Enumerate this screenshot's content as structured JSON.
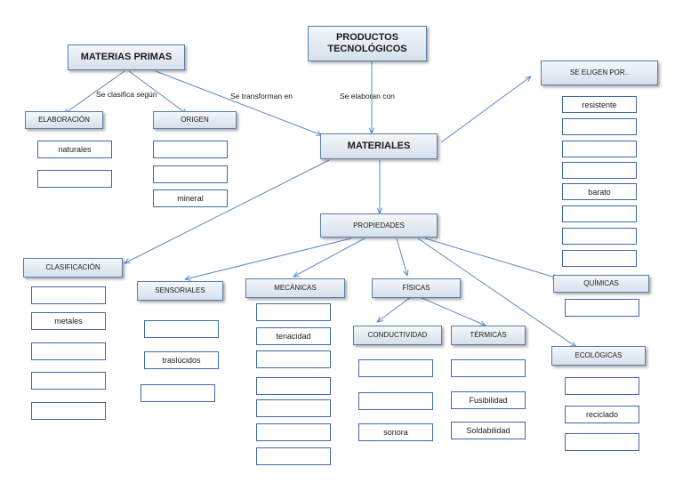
{
  "nodes": {
    "materias_primas": "MATERIAS PRIMAS",
    "productos_line1": "PRODUCTOS",
    "productos_line2": "TECNOLÓGICOS",
    "se_eligen": "SE ELIGEN POR..",
    "elaboracion": "ELABORACIÓN",
    "origen": "ORIGEN",
    "materiales": "MATERIALES",
    "propiedades": "PROPIEDADES",
    "clasificacion": "CLASIFICACIÓN",
    "sensoriales": "SENSORIALES",
    "mecanicas": "MECÁNICAS",
    "fisicas": "FÍSICAS",
    "quimicas": "QUÍMICAS",
    "conductividad": "CONDUCTIVIDAD",
    "termicas": "TÉRMICAS",
    "ecologicas": "ECOLÓGICAS"
  },
  "edge_labels": {
    "se_clasifica": "Se clasifica según",
    "se_transforman": "Se transforman  en",
    "se_elaboran": "Se elaboran con"
  },
  "fields": {
    "elaboracion": [
      "naturales",
      ""
    ],
    "origen": [
      "",
      "",
      "mineral"
    ],
    "se_eligen": [
      "resistente",
      "",
      "",
      "",
      "barato",
      "",
      "",
      ""
    ],
    "clasificacion": [
      "",
      "metales",
      "",
      "",
      ""
    ],
    "sensoriales": [
      "",
      "traslúcidos",
      ""
    ],
    "mecanicas": [
      "",
      "tenacidad",
      "",
      "",
      "",
      "",
      ""
    ],
    "conductividad": [
      "",
      "",
      "sonora"
    ],
    "termicas": [
      "",
      "Fusibilidad",
      "Soldabilidad"
    ],
    "quimicas": [
      ""
    ],
    "ecologicas": [
      "",
      "reciclado",
      ""
    ]
  },
  "colors": {
    "connector": "#5b8ac6",
    "box_border": "#3f68a8",
    "node_border": "#5b7fa6"
  }
}
